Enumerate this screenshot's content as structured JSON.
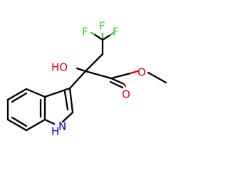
{
  "atoms": {
    "f1": "F",
    "f2": "F",
    "f3": "F",
    "ho": "HO",
    "o_carbonyl": "O",
    "o_ester": "O",
    "nh_h": "H",
    "nh_n": "N"
  },
  "colors": {
    "bond": "#000000",
    "fluorine": "#33cc33",
    "oxygen": "#e00000",
    "nitrogen": "#0000cc",
    "background": "#ffffff"
  }
}
